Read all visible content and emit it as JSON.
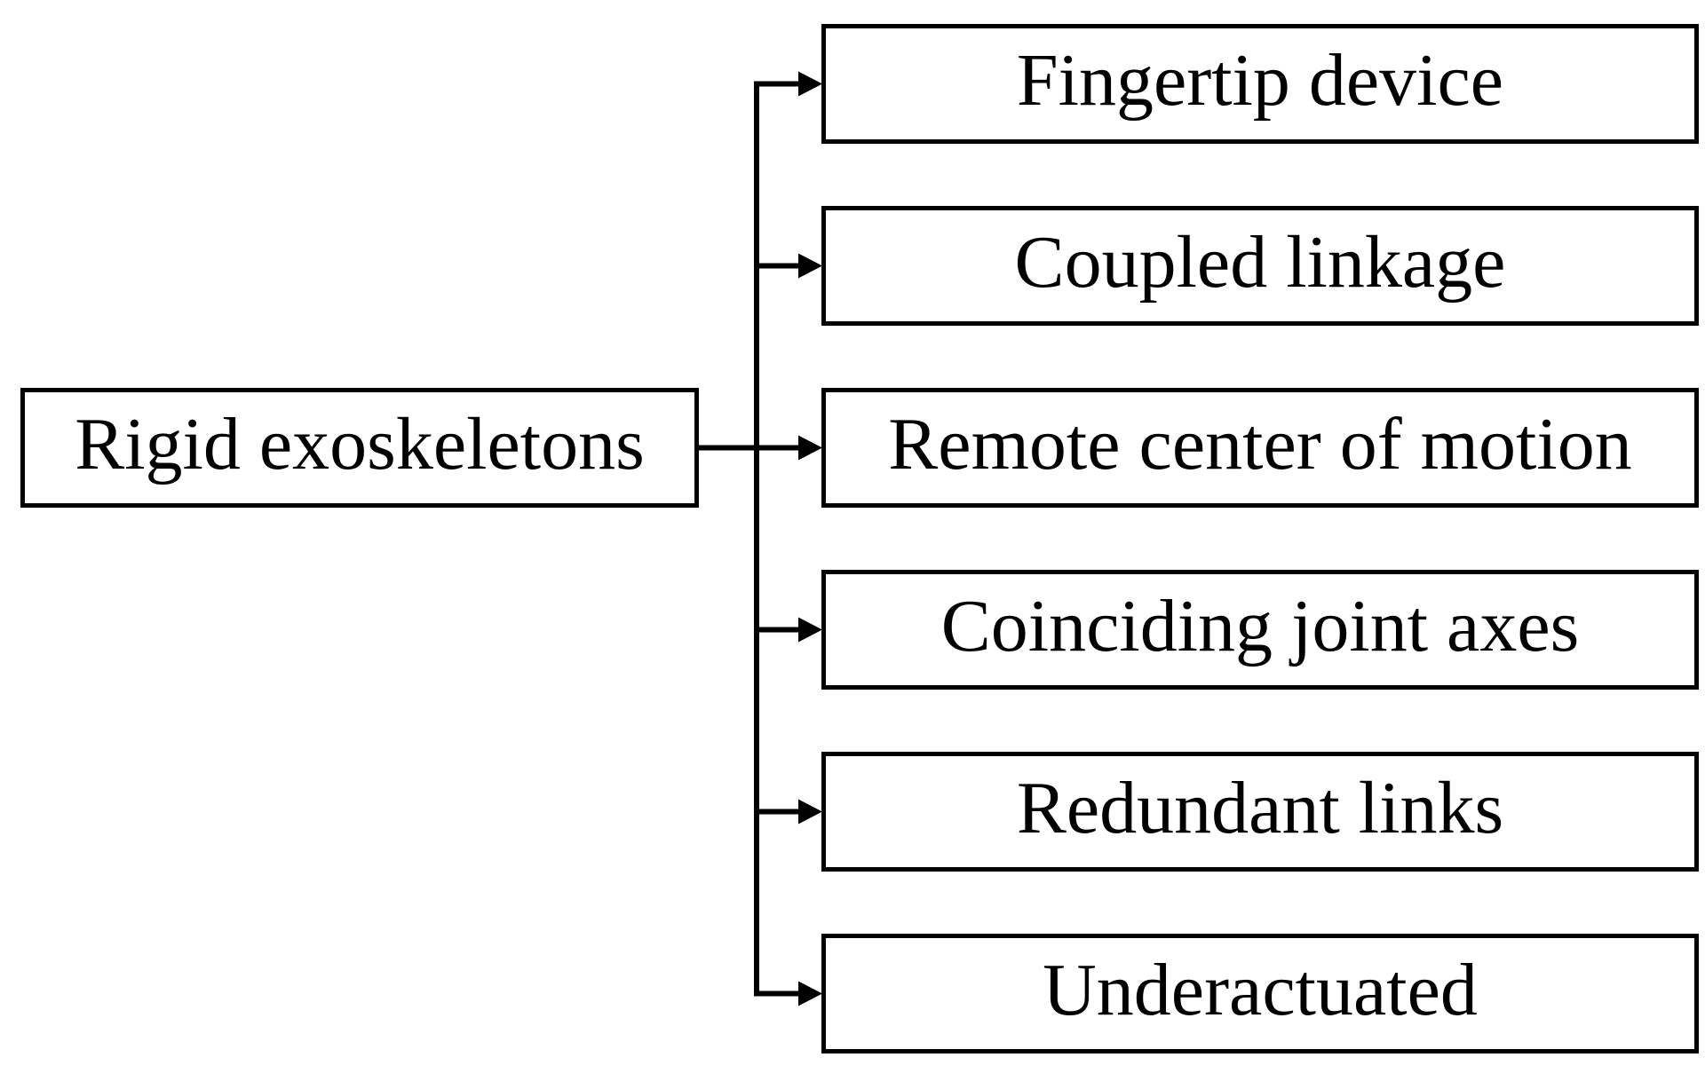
{
  "diagram": {
    "type": "flowchart",
    "background_color": "#ffffff",
    "line_color": "#000000",
    "box_border_color": "#000000",
    "text_color": "#000000",
    "root": {
      "label": "Rigid exoskeletons"
    },
    "children": [
      {
        "label": "Fingertip device"
      },
      {
        "label": "Coupled linkage"
      },
      {
        "label": "Remote center of motion"
      },
      {
        "label": "Coinciding joint axes"
      },
      {
        "label": "Redundant links"
      },
      {
        "label": "Underactuated"
      }
    ]
  }
}
